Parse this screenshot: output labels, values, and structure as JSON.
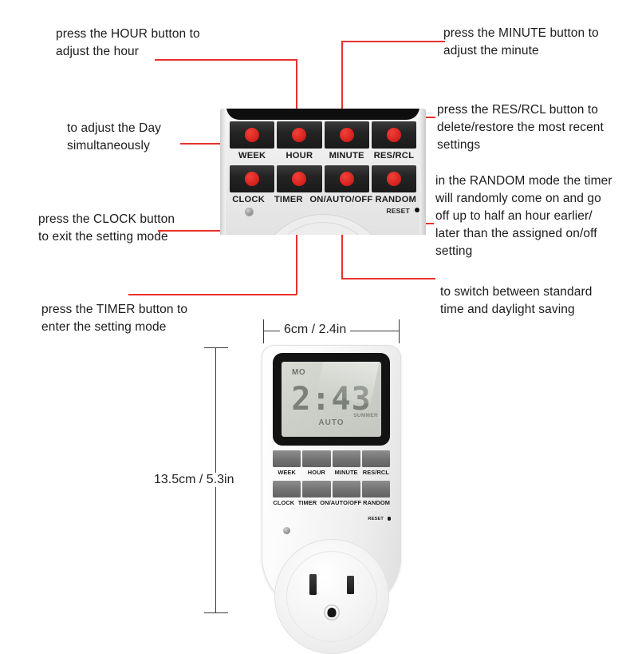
{
  "annotations": [
    {
      "id": "hour",
      "text": "press the HOUR button to\nadjust the hour"
    },
    {
      "id": "minute",
      "text": "press the MINUTE  button to\nadjust the minute"
    },
    {
      "id": "week",
      "text": "to adjust  the Day\nsimultaneously"
    },
    {
      "id": "resrcl",
      "text": "press the RES/RCL  button to\ndelete/restore the most recent\nsettings"
    },
    {
      "id": "clock",
      "text": "press the CLOCK  button\nto exit the setting mode"
    },
    {
      "id": "random",
      "text": "in the RANDOM mode the timer\nwill randomly come on and go\n off up to half an hour earlier/\nlater than the assigned on/off\nsetting"
    },
    {
      "id": "timer",
      "text": "press the TIMER button to\n enter the setting mode"
    },
    {
      "id": "onautooff",
      "text": "to switch between standard\ntime and daylight saving"
    }
  ],
  "panel": {
    "top_buttons": [
      "WEEK",
      "HOUR",
      "MINUTE",
      "RES/RCL"
    ],
    "bottom_buttons": [
      "CLOCK",
      "TIMER",
      "ON/AUTO/OFF",
      "RANDOM"
    ],
    "reset_label": "RESET"
  },
  "device": {
    "lcd": {
      "day": "MO",
      "time": "2:43",
      "summer": "SUMMER",
      "mode": "AUTO"
    },
    "top_buttons": [
      "WEEK",
      "HOUR",
      "MINUTE",
      "RES/RCL"
    ],
    "bottom_buttons": [
      "CLOCK",
      "TIMER",
      "ON/AUTO/OFF",
      "RANDOM"
    ],
    "reset_label": "RESET"
  },
  "dimensions": {
    "width_label": "6cm / 2.4in",
    "height_label": "13.5cm / 5.3in"
  },
  "colors": {
    "leader": "#e8312c",
    "button_dot": "#d2201b",
    "lcd": "#ccd0c8"
  }
}
